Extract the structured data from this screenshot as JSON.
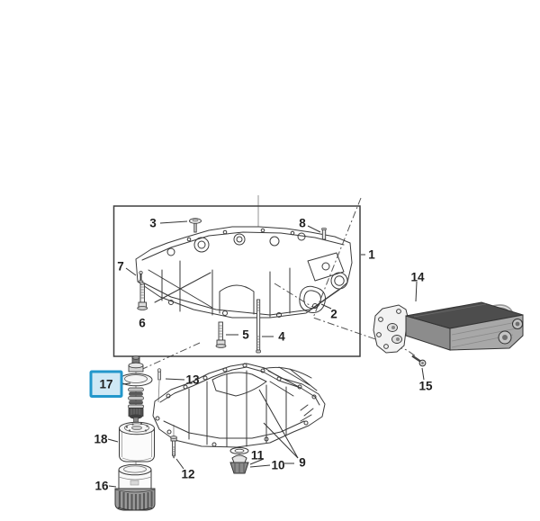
{
  "colors": {
    "background": "#ffffff",
    "line": "#3a3a3a",
    "callout_text": "#1f1f1f",
    "highlight_border": "#2397cb",
    "highlight_fill": "#cfe8f5"
  },
  "highlighted_callout": "17",
  "callouts": {
    "n1": "1",
    "n2": "2",
    "n3": "3",
    "n4": "4",
    "n5": "5",
    "n6": "6",
    "n7": "7",
    "n8": "8",
    "n9": "9",
    "n10": "10",
    "n11": "11",
    "n12": "12",
    "n13": "13",
    "n14": "14",
    "n15": "15",
    "n16": "16",
    "n17": "17",
    "n18": "18"
  }
}
